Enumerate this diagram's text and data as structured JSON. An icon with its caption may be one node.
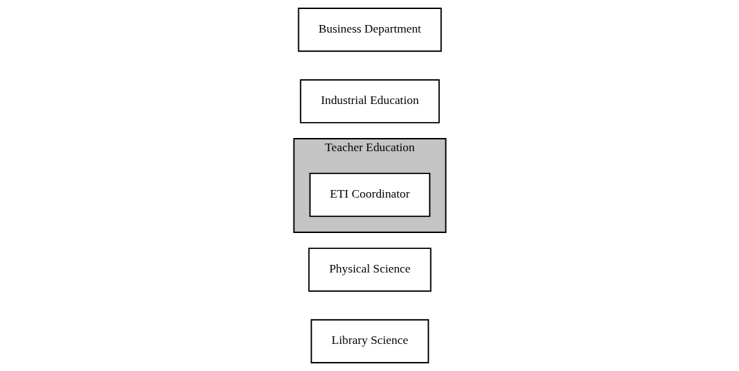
{
  "diagram": {
    "nodes": [
      {
        "text": [
          "Library Science"
        ]
      },
      {
        "text": [
          "Physical Science"
        ]
      },
      {
        "text": [
          "Teacher Education"
        ]
      },
      {
        "text": [
          "ETI Coordinator"
        ],
        "in": 2
      },
      {
        "text": [
          "Industrial Education"
        ]
      },
      {
        "text": [
          "Business Department"
        ]
      }
    ]
  }
}
